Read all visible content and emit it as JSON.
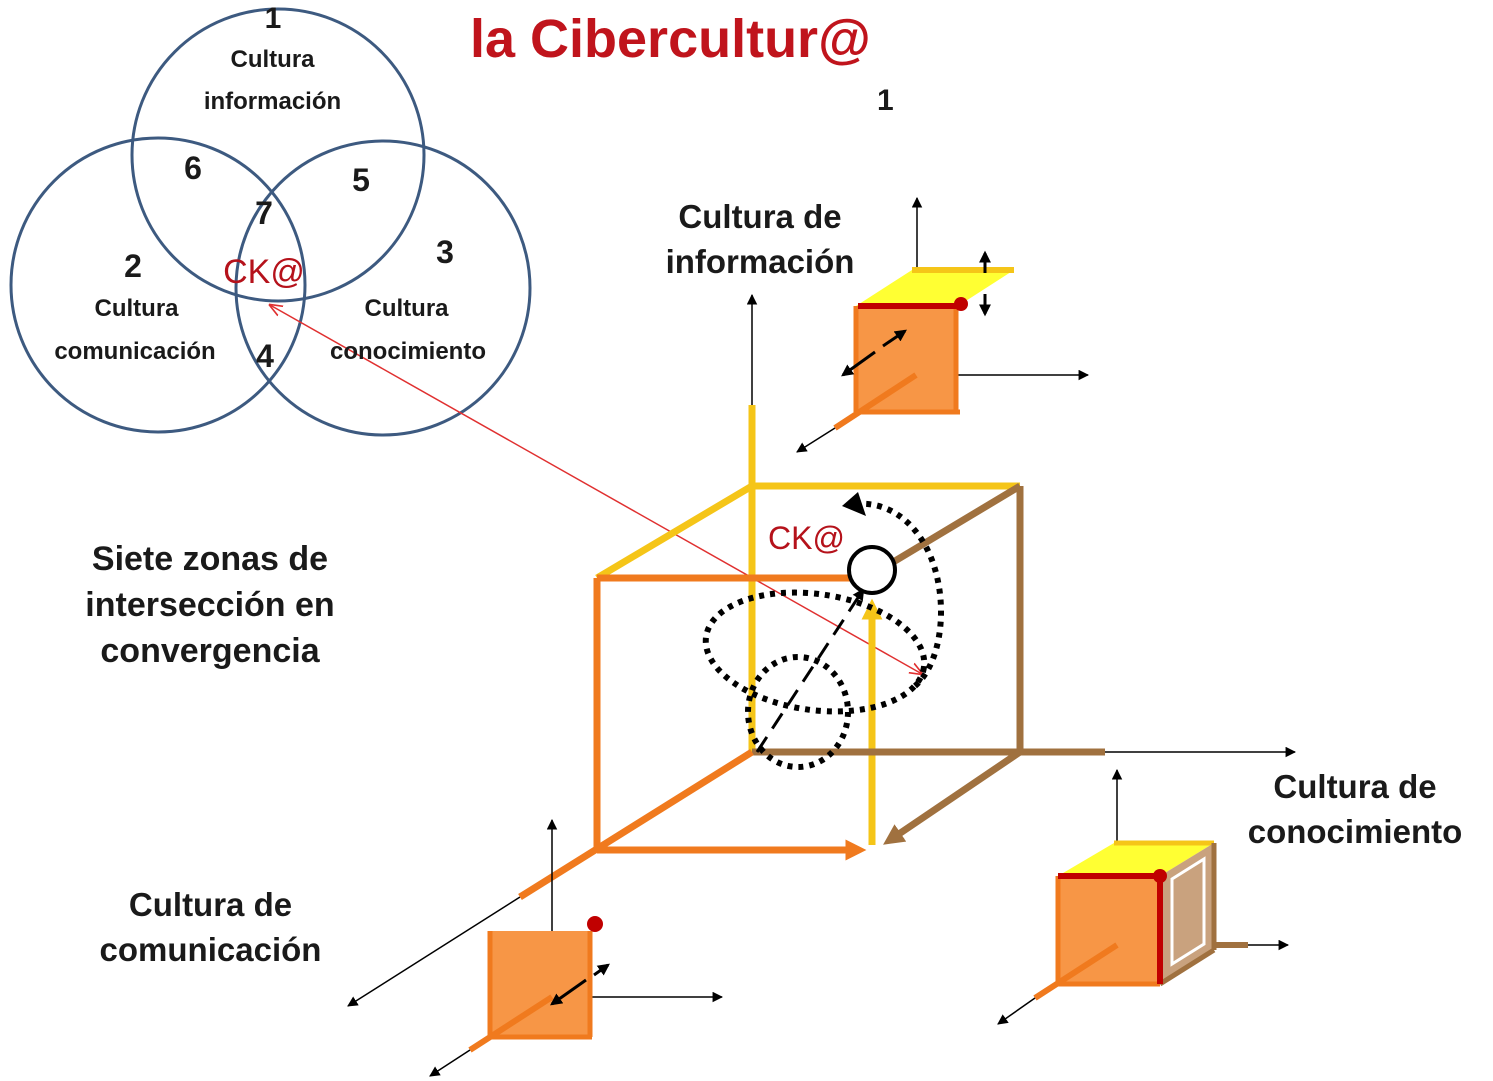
{
  "title": "la Cibercultur@",
  "top_marker": "1",
  "venn": {
    "zones": [
      {
        "number": "1",
        "label_line1": "Cultura",
        "label_line2": "información"
      },
      {
        "number": "2",
        "label_line1": "Cultura",
        "label_line2": "comunicación"
      },
      {
        "number": "3",
        "label_line1": "Cultura",
        "label_line2": "conocimiento"
      },
      {
        "number": "4"
      },
      {
        "number": "5"
      },
      {
        "number": "6"
      },
      {
        "number": "7",
        "center_label": "CK@"
      }
    ]
  },
  "side_text": [
    "Siete zonas de",
    "intersección en",
    "convergencia"
  ],
  "axes": {
    "info": [
      "Cultura de",
      "información"
    ],
    "conocimiento": [
      "Cultura de",
      "conocimiento"
    ],
    "comunicacion": [
      "Cultura de",
      "comunicación"
    ]
  },
  "cube_label": "CK@",
  "colors": {
    "title": "#c0141c",
    "venn_circle": "#3d5a80",
    "ck_red": "#b5121b",
    "orange": "#f07a1e",
    "yellow": "#f5c518",
    "brown": "#a0713f",
    "box_fill": "#f79646",
    "box_top": "#ffff33",
    "box_edge": "#c00000",
    "arrow_red": "#e03030",
    "black": "#000000"
  }
}
